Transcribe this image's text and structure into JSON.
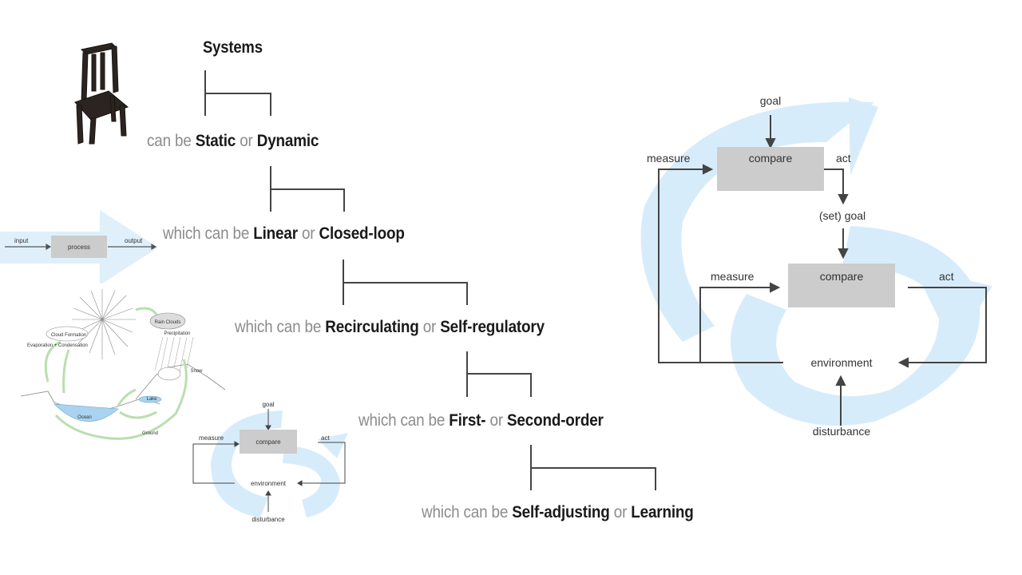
{
  "heading": "Systems",
  "rows": [
    {
      "prefix": "can be ",
      "a": "Static",
      "mid": " or ",
      "b": "Dynamic"
    },
    {
      "prefix": "which can be ",
      "a": "Linear",
      "mid": " or ",
      "b": "Closed-loop"
    },
    {
      "prefix": "which can be ",
      "a": "Recirculating",
      "mid": " or ",
      "b": "Self-regulatory"
    },
    {
      "prefix": "which can be ",
      "a": "First-",
      "mid": " or ",
      "b": "Second-order"
    },
    {
      "prefix": "which can be ",
      "a": "Self-adjusting",
      "mid": " or ",
      "b": "Learning"
    }
  ],
  "linear_diagram": {
    "input": "input",
    "process": "process",
    "output": "output"
  },
  "water_cycle": {
    "rain_clouds": "Rain Clouds",
    "cloud_formation": "Cloud Formation",
    "precipitation": "Precipitation",
    "evaporation": "Evaporation + Condensation",
    "snow": "Snow",
    "lake": "Lake",
    "ocean": "Ocean",
    "ground": "Ground"
  },
  "first_order": {
    "goal": "goal",
    "compare": "compare",
    "measure": "measure",
    "act": "act",
    "environment": "environment",
    "disturbance": "disturbance"
  },
  "second_order": {
    "goal": "goal",
    "compare_top": "compare",
    "measure_outer": "measure",
    "act_top": "act",
    "set_goal": "(set) goal",
    "compare_bottom": "compare",
    "measure_inner": "measure",
    "act_bottom": "act",
    "environment": "environment",
    "disturbance": "disturbance"
  },
  "colors": {
    "text_dark": "#1a1a1a",
    "text_gray": "#8c8c8c",
    "line": "#444444",
    "box": "#cccccc",
    "loop_bg": "#d7ecfa",
    "arrow_bg": "#dff0fb"
  }
}
